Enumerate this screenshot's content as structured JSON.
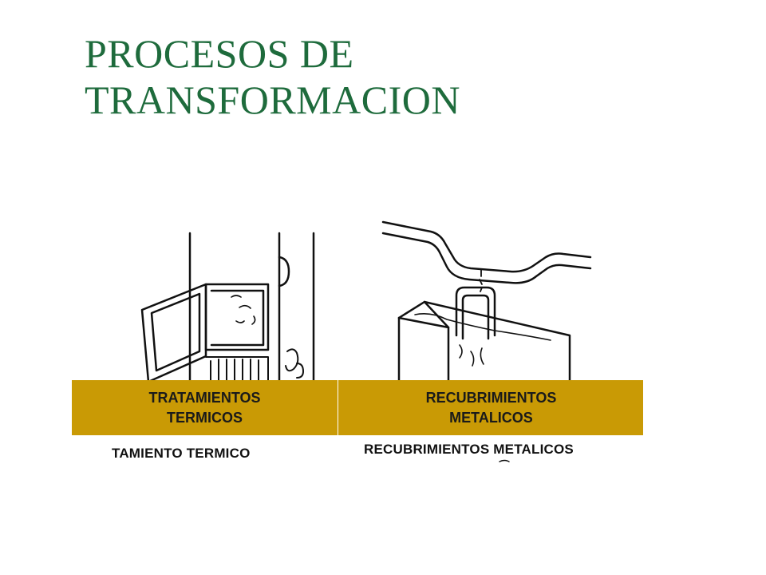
{
  "title": {
    "line1": "PROCESOS DE",
    "line2": "TRANSFORMACION",
    "color": "#1e6b3c"
  },
  "band": {
    "color": "#c99a05",
    "left_label": "TRATAMIENTOS\nTERMICOS",
    "right_label": "RECUBRIMIENTOS\nMETALICOS"
  },
  "captions": {
    "left": "TAMIENTO TERMICO",
    "right": "RECUBRIMIENTOS METALICOS"
  },
  "illustrations": {
    "left": "furnace-drawing",
    "right": "plating-tank-drawing"
  }
}
